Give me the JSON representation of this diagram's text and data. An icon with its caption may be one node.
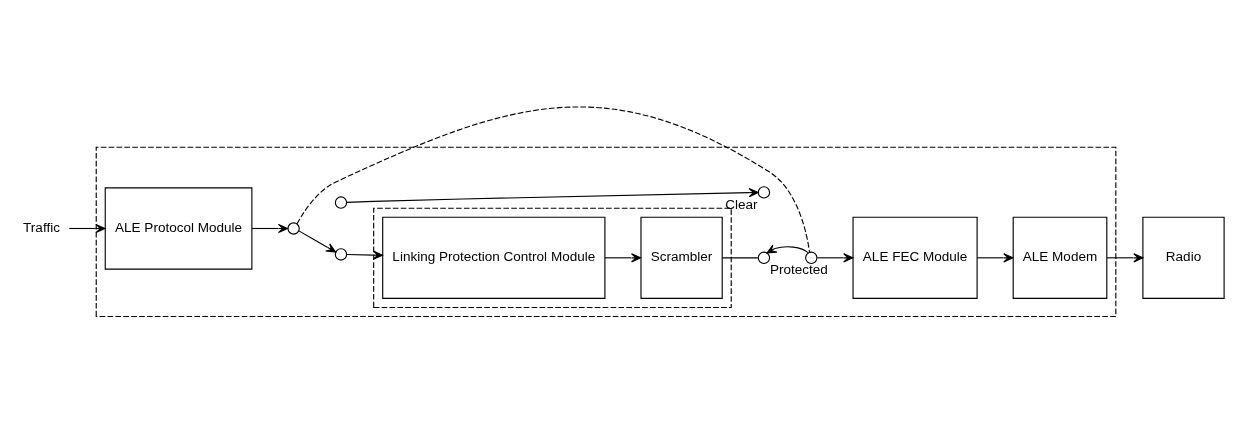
{
  "diagram": {
    "nodes": [
      {
        "text": [],
        "shape": "box"
      },
      {
        "text": [],
        "shape": "box",
        "in": 0
      },
      {
        "text": [
          "Linking Protection Control Module"
        ],
        "in": 1
      },
      {
        "text": [
          "Scrambler"
        ],
        "in": 1
      },
      {
        "text": [
          "Traffic"
        ]
      },
      {
        "text": [
          "ALE Protocol Module"
        ],
        "in": 0
      },
      {
        "text": [],
        "shape": "circle",
        "in": 0
      },
      {
        "text": [],
        "shape": "circle",
        "in": 0
      },
      {
        "text": [],
        "shape": "circle",
        "in": 0
      },
      {
        "text": [],
        "shape": "circle",
        "in": 0,
        "beside": [
          "Protected"
        ]
      },
      {
        "text": [],
        "shape": "circle",
        "in": 0
      },
      {
        "text": [],
        "shape": "circle",
        "in": 0,
        "beside": [
          "Clear"
        ]
      },
      {
        "text": [
          "ALE FEC Module"
        ],
        "in": 0
      },
      {
        "text": [
          "ALE Modem"
        ],
        "in": 0
      },
      {
        "text": [
          "Radio"
        ]
      }
    ],
    "edges": [
      {
        "from": 4,
        "to": 5,
        "arrow": "to"
      },
      {
        "from": 5,
        "to": 6,
        "arrow": "to"
      },
      {
        "from": 6,
        "to": 7,
        "arrow": "to"
      },
      {
        "from": 7,
        "to": 2,
        "arrow": "to"
      },
      {
        "from": 2,
        "to": 3,
        "arrow": "to"
      },
      {
        "from": 3,
        "to": 9,
        "arrow": "none"
      },
      {
        "from": 8,
        "to": 11,
        "arrow": "to"
      },
      {
        "from": 6,
        "to": 10,
        "arrow": "none",
        "style": "dashed"
      },
      {
        "from": 10,
        "to": 9,
        "arrow": "to"
      },
      {
        "from": 10,
        "to": 12,
        "arrow": "to"
      },
      {
        "from": 12,
        "to": 13,
        "arrow": "to"
      },
      {
        "from": 13,
        "to": 14,
        "arrow": "to"
      }
    ]
  }
}
